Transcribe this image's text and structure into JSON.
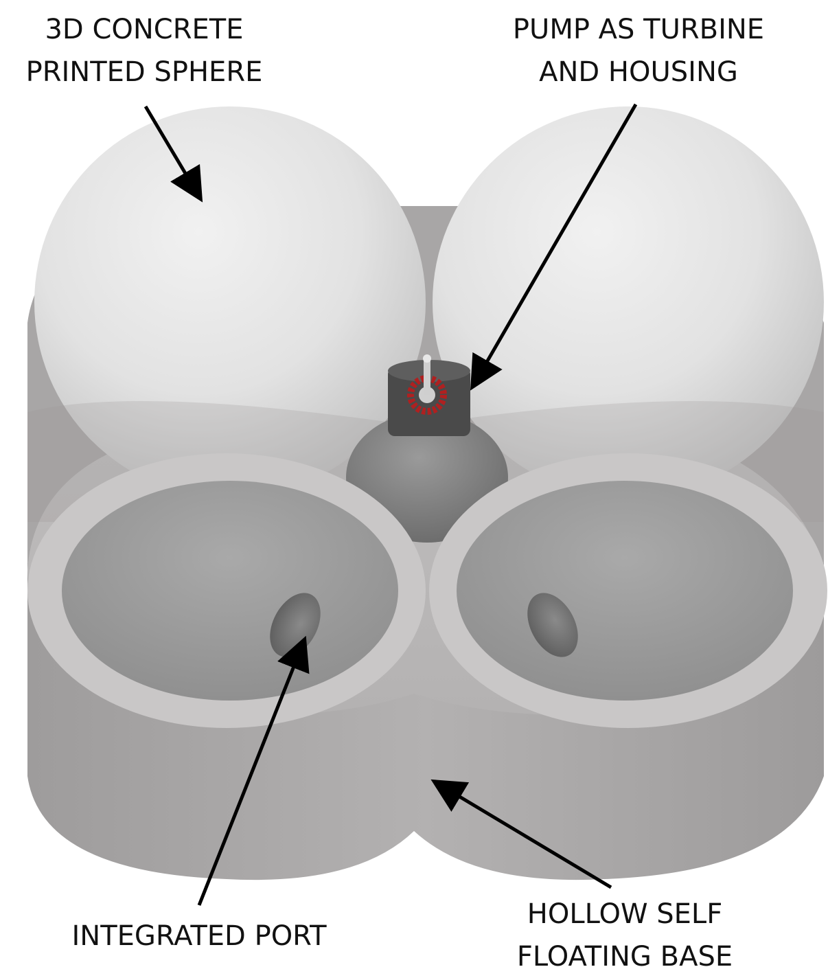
{
  "labels": {
    "sphere": {
      "line1": "3D CONCRETE",
      "line2": "PRINTED SPHERE"
    },
    "pump": {
      "line1": "PUMP AS TURBINE",
      "line2": "AND HOUSING"
    },
    "port": {
      "line1": "INTEGRATED PORT"
    },
    "base": {
      "line1": "HOLLOW SELF",
      "line2": "FLOATING BASE"
    }
  },
  "colors": {
    "background": "#ffffff",
    "sphere": "#dcdcdc",
    "base": "#a9a7a7",
    "cavity": "#9c9c9c",
    "rim": "#c8c8c8",
    "arrow": "#000000",
    "turbine_ring": "#b02020"
  }
}
